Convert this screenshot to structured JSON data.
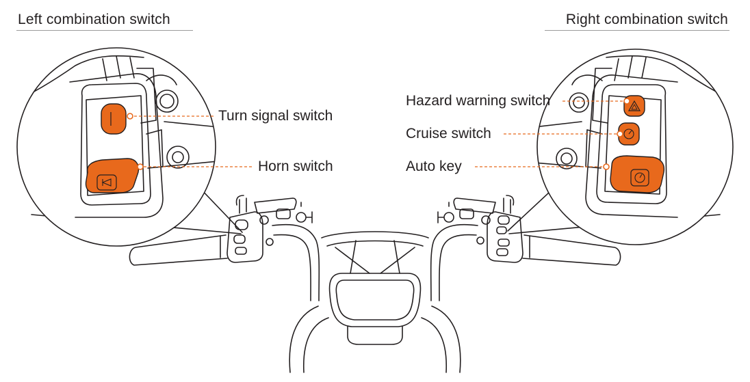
{
  "headings": {
    "left": "Left combination switch",
    "right": "Right combination switch"
  },
  "callouts": {
    "turn_signal": "Turn signal switch",
    "horn": "Horn switch",
    "hazard": "Hazard warning switch",
    "cruise": "Cruise switch",
    "auto_key": "Auto key"
  },
  "colors": {
    "accent": "#e8691c",
    "line": "#231f20",
    "leader": "#e8691c"
  }
}
